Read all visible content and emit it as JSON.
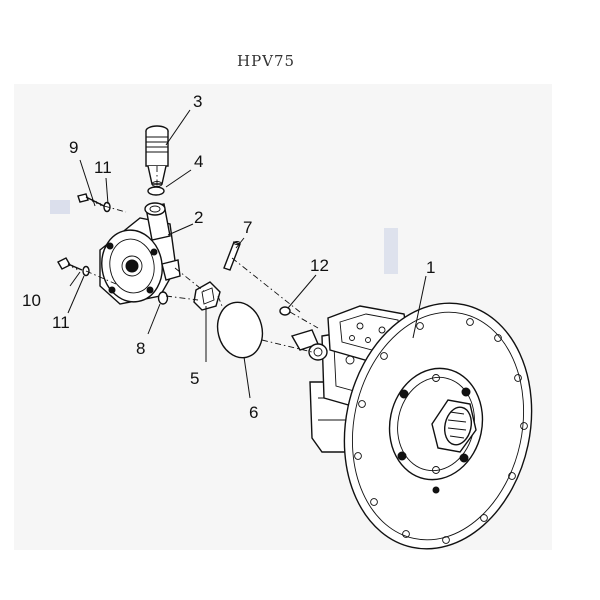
{
  "title": "HPV75",
  "colors": {
    "line": "#111111",
    "background": "#ffffff",
    "panel": "#f6f6f6",
    "title": "#333333"
  },
  "callouts": {
    "c1": "1",
    "c2": "2",
    "c3": "3",
    "c4": "4",
    "c5": "5",
    "c6": "6",
    "c7": "7",
    "c8": "8",
    "c9": "9",
    "c10": "10",
    "c11a": "11",
    "c11b": "11",
    "c12": "12"
  }
}
